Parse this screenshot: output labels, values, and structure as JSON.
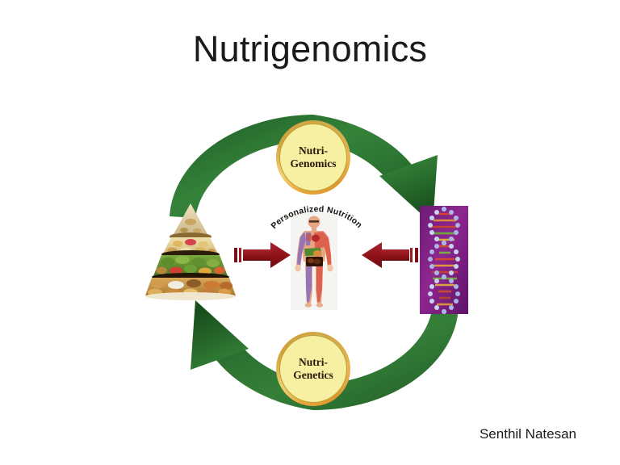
{
  "slide": {
    "title": "Nutrigenomics",
    "author": "Senthil Natesan",
    "background_color": "#ffffff",
    "title_color": "#1a1a1a"
  },
  "diagram": {
    "type": "cycle-diagram",
    "description": "Circular nutrigenomics cycle linking a food pyramid, a human body and a DNA double helix",
    "nodes": [
      {
        "name": "nutri-genomics",
        "label_line1": "Nutri-",
        "label_line2": "Genomics",
        "position": "top",
        "fill_color": "#f7f0a3",
        "ring_color": "#e0952e",
        "text_color": "#2b1608"
      },
      {
        "name": "nutri-genetics",
        "label_line1": "Nutri-",
        "label_line2": "Genetics",
        "position": "bottom",
        "fill_color": "#f7f0a3",
        "ring_color": "#e0952e",
        "text_color": "#2b1608"
      }
    ],
    "images": [
      {
        "name": "food-pyramid",
        "position": "left",
        "caption": ""
      },
      {
        "name": "human-body",
        "position": "center",
        "caption": "Personalized Nutrition"
      },
      {
        "name": "dna-double-helix",
        "position": "right",
        "caption": "",
        "background_color": "#7a2080"
      }
    ],
    "arrows": {
      "cycle_color": "#2e6b2e",
      "cycle_arrows": [
        {
          "name": "arc-genomics-to-dna",
          "from": "nutri-genomics",
          "to": "dna-double-helix",
          "direction": "clockwise",
          "has_head": true
        },
        {
          "name": "arc-genetics-to-pyramid",
          "from": "nutri-genetics",
          "to": "food-pyramid",
          "direction": "clockwise",
          "has_head": true
        }
      ],
      "inward_color": "#9c1a22",
      "inward_arrows": [
        {
          "name": "arrow-pyramid-to-body",
          "from": "food-pyramid",
          "to": "human-body",
          "direction": "right"
        },
        {
          "name": "arrow-dna-to-body",
          "from": "dna-double-helix",
          "to": "human-body",
          "direction": "left"
        }
      ]
    },
    "center_caption": "Personalized Nutrition"
  }
}
